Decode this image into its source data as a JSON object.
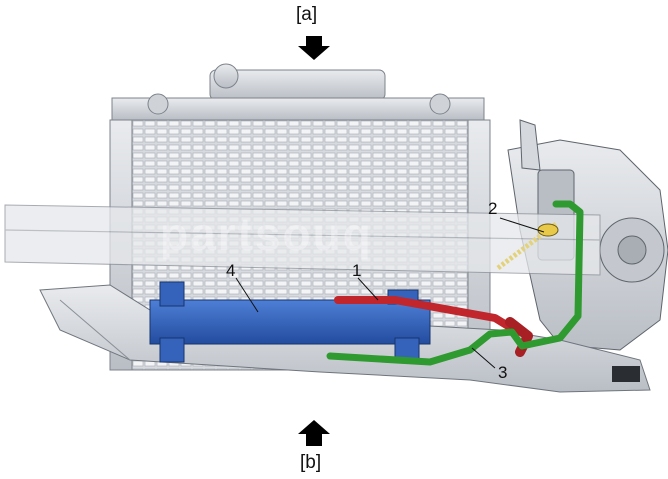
{
  "view_labels": {
    "top": "[a]",
    "bottom": "[b]"
  },
  "callouts": [
    "1",
    "2",
    "3",
    "4"
  ],
  "colors": {
    "hose_feed": "#c0262b",
    "hose_return": "#2f9a2f",
    "cooler": "#2d5bb5",
    "housing": "#cfd3d8",
    "housing_dark": "#9aa0a8",
    "line": "#222222"
  },
  "icons": {
    "arrow_top": "arrow-down-icon",
    "arrow_bottom": "arrow-up-icon"
  }
}
